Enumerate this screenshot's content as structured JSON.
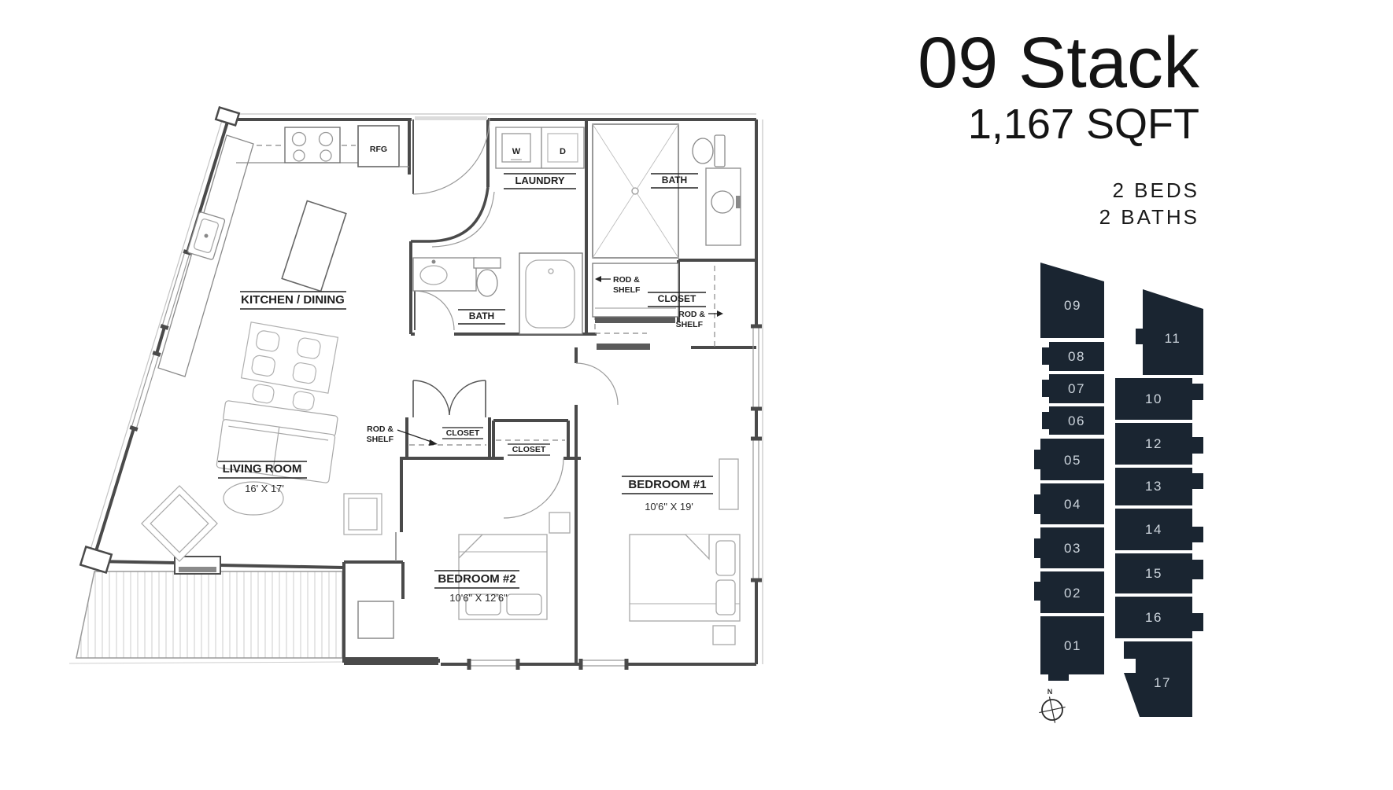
{
  "header": {
    "title": "09 Stack",
    "sqft": "1,167 SQFT",
    "beds": "2 BEDS",
    "baths": "2 BATHS"
  },
  "plan": {
    "kitchen": "KITCHEN / DINING",
    "rfg": "RFG",
    "laundry": "LAUNDRY",
    "washer": "W",
    "dryer": "D",
    "bath_top": "BATH",
    "bath_mid": "BATH",
    "closet_walkin": "CLOSET",
    "closet_hall": "CLOSET",
    "closet_bed2": "CLOSET",
    "rod_shelf": {
      "line1": "ROD &",
      "line2": "SHELF"
    },
    "living_room": {
      "label": "LIVING ROOM",
      "dims": "16' X 17'"
    },
    "bedroom1": {
      "label": "BEDROOM #1",
      "dims": "10'6\" X 19'"
    },
    "bedroom2": {
      "label": "BEDROOM #2",
      "dims": "10'6\" X 12'6\""
    },
    "compass_north": "N"
  },
  "stack": {
    "left": [
      "09",
      "08",
      "07",
      "06",
      "05",
      "04",
      "03",
      "02",
      "01"
    ],
    "right": [
      "11",
      "10",
      "12",
      "13",
      "14",
      "15",
      "16",
      "17"
    ],
    "unit_color": "#1a2531",
    "label_color": "#ccd4dc"
  }
}
